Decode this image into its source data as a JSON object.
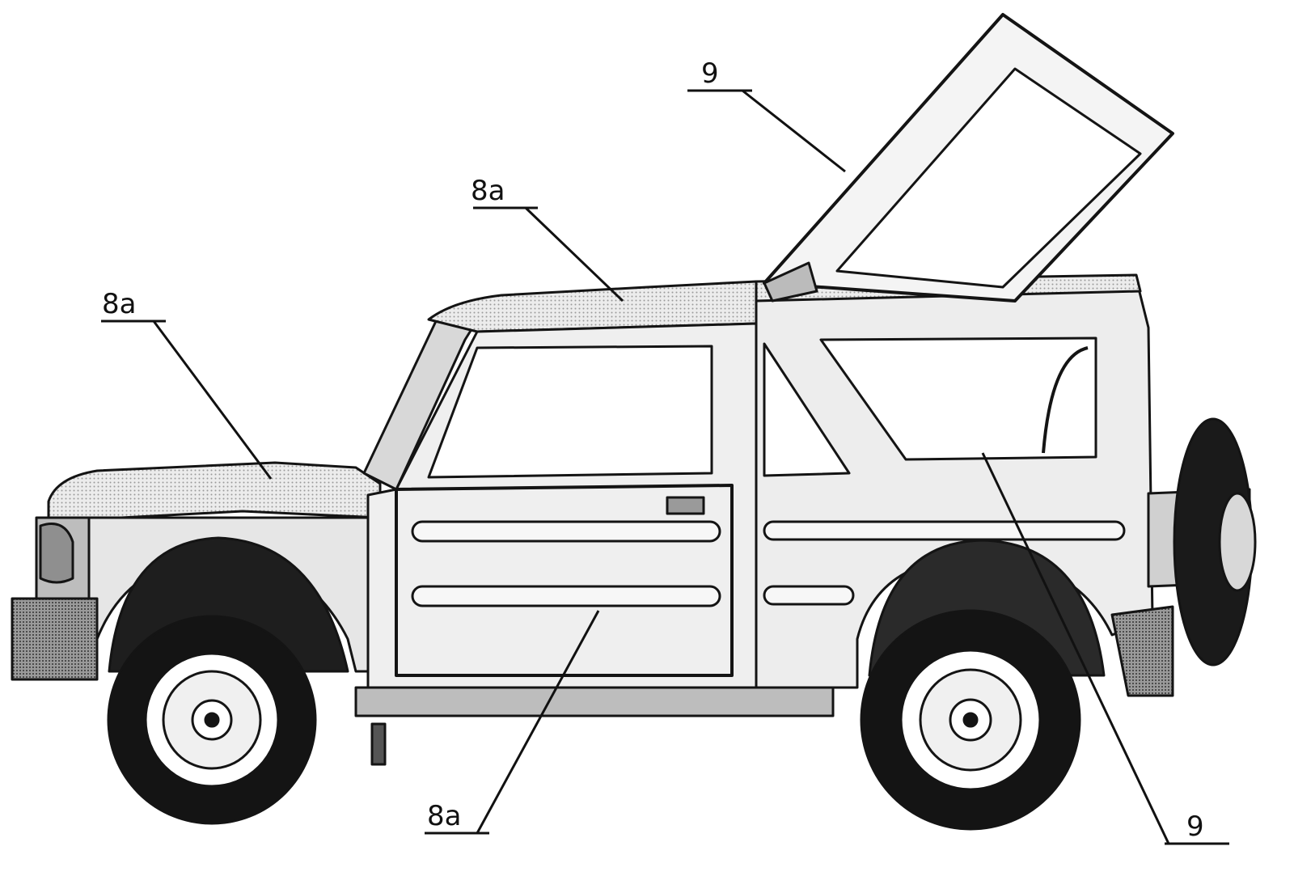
{
  "callouts": [
    {
      "id": "roof-panel-upper",
      "text": "9"
    },
    {
      "id": "roof-panel-middle",
      "text": "8a"
    },
    {
      "id": "hood-panel",
      "text": "8a"
    },
    {
      "id": "door-panel",
      "text": "8a"
    },
    {
      "id": "rear-body-panel",
      "text": "9"
    }
  ],
  "colors": {
    "outline": "#141414",
    "body_fill": "#f1f1f1",
    "shade_fill": "#c9c9c9",
    "dark_fill": "#2a2a2a",
    "glass_fill": "#ffffff"
  }
}
